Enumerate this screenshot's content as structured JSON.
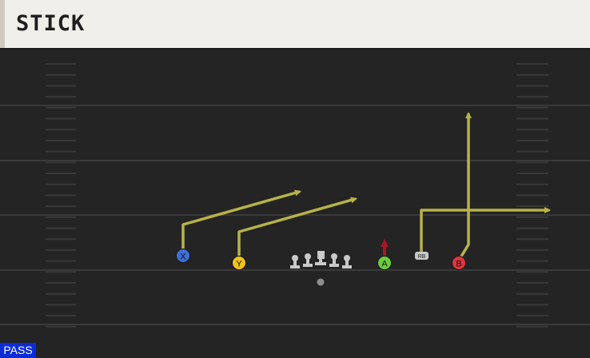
{
  "play": {
    "title": "STICK",
    "type_badge": "PASS"
  },
  "players": {
    "x": {
      "label": "X",
      "color": "#3f6fd8"
    },
    "y": {
      "label": "Y",
      "color": "#f0c21b"
    },
    "a": {
      "label": "A",
      "color": "#6ccd3c"
    },
    "b": {
      "label": "B",
      "color": "#e0343c"
    },
    "rb": {
      "label": "RB",
      "color": "#c9c9c9"
    }
  },
  "colors": {
    "route": "#b7b348",
    "block": "#a31822",
    "field": "#242424",
    "yard_line": "#3a3a3a",
    "hash": "#383838",
    "lineman": "#c9c9c9"
  }
}
